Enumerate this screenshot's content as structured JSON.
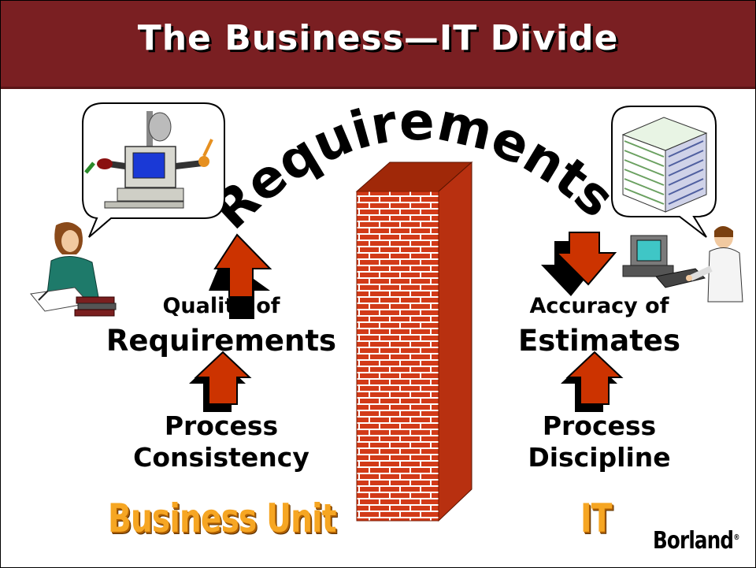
{
  "title": "The Business—IT Divide",
  "arc_word": "Requirements",
  "left": {
    "quality_top": "Quality of",
    "quality_bottom": "Requirements",
    "process_line1": "Process",
    "process_line2": "Consistency",
    "unit_label": "Business Unit"
  },
  "right": {
    "accuracy_top": "Accuracy of",
    "accuracy_bottom": "Estimates",
    "process_line1": "Process",
    "process_line2": "Discipline",
    "unit_label": "IT"
  },
  "brand": "Borland",
  "brand_mark": "®",
  "colors": {
    "title_bar": "#7a1f22",
    "arrow": "#cc3300",
    "brick": "#cc3311",
    "unit_label": "#f6a623"
  }
}
